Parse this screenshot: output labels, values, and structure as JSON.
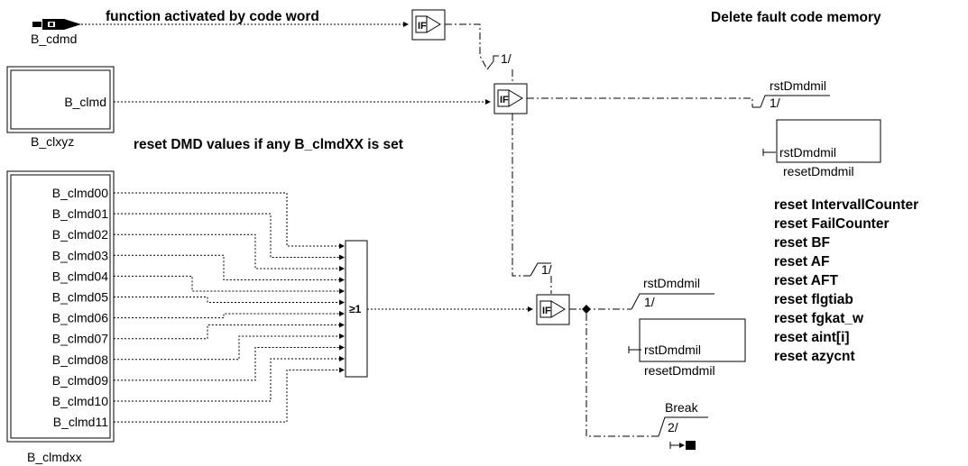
{
  "header": {
    "title": "Delete fault code memory",
    "code_word_note": "function activated by code word",
    "reset_note": "reset DMD values if any B_clmdXX is set"
  },
  "inputs": {
    "cdmd": "B_cdmd",
    "clmd_port": "B_clmd",
    "clxyz_block": "B_clxyz",
    "clmdxx_block": "B_clmdxx",
    "clmdxx_ports": [
      "B_clmd00",
      "B_clmd01",
      "B_clmd02",
      "B_clmd03",
      "B_clmd04",
      "B_clmd05",
      "B_clmd06",
      "B_clmd07",
      "B_clmd08",
      "B_clmd09",
      "B_clmd10",
      "B_clmd11"
    ]
  },
  "logic": {
    "or_symbol": "≥1",
    "if_symbol": "IF"
  },
  "sequence": {
    "seq1": "1/",
    "seq2": "1/",
    "seq3": "1/",
    "seq4": "1/",
    "break_seq": "2/"
  },
  "outputs": {
    "rst_top_label": "rstDmdmil",
    "rst_top_port": "rstDmdmil",
    "rst_top_block": "resetDmdmil",
    "rst_bot_label": "rstDmdmil",
    "rst_bot_port": "rstDmdmil",
    "rst_bot_block": "resetDmdmil",
    "break_label": "Break"
  },
  "reset_list": [
    "reset IntervallCounter",
    "reset FailCounter",
    "reset BF",
    "reset AF",
    "reset AFT",
    "reset flgtiab",
    "reset fgkat_w",
    "reset aint[i]",
    "reset azycnt"
  ]
}
